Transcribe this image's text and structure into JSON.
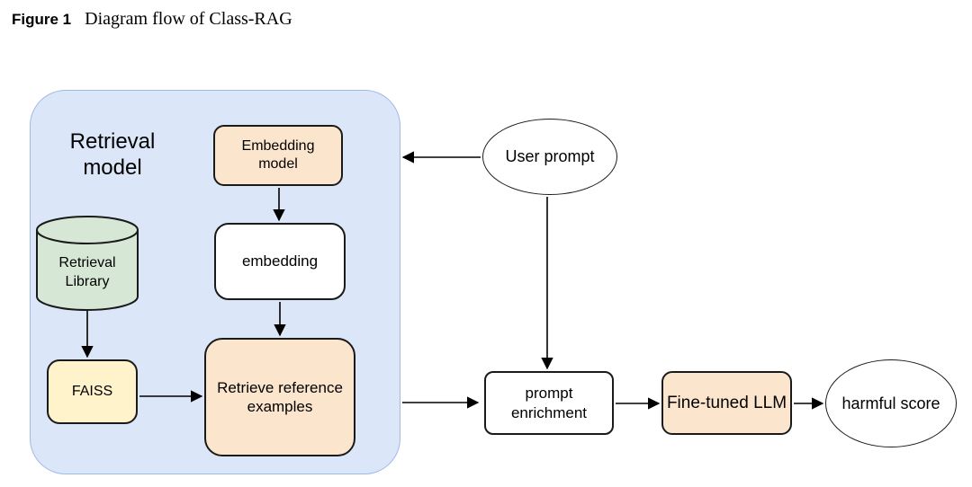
{
  "figure": {
    "label": "Figure 1",
    "caption": "Diagram flow of Class-RAG"
  },
  "diagram": {
    "container": {
      "label": "Retrieval model"
    },
    "nodes": {
      "embedding_model": {
        "label": "Embedding model",
        "shape": "rounded-rect",
        "fill": "peach"
      },
      "embedding": {
        "label": "embedding",
        "shape": "rounded-rect",
        "fill": "white"
      },
      "retrieve_reference": {
        "label": "Retrieve reference examples",
        "shape": "rounded-rect",
        "fill": "peach"
      },
      "retrieval_library": {
        "label": "Retrieval Library",
        "shape": "cylinder",
        "fill": "green"
      },
      "faiss": {
        "label": "FAISS",
        "shape": "rounded-rect",
        "fill": "yellow"
      },
      "user_prompt": {
        "label": "User prompt",
        "shape": "ellipse",
        "fill": "white"
      },
      "prompt_enrichment": {
        "label": "prompt enrichment",
        "shape": "rounded-rect",
        "fill": "white"
      },
      "fine_tuned_llm": {
        "label": "Fine-tuned LLM",
        "shape": "rounded-rect",
        "fill": "peach"
      },
      "harmful_score": {
        "label": "harmful score",
        "shape": "ellipse",
        "fill": "white"
      }
    },
    "edges": [
      {
        "from": "user_prompt",
        "to": "retrieval_model_container"
      },
      {
        "from": "user_prompt",
        "to": "prompt_enrichment"
      },
      {
        "from": "embedding_model",
        "to": "embedding"
      },
      {
        "from": "embedding",
        "to": "retrieve_reference"
      },
      {
        "from": "retrieval_library",
        "to": "faiss"
      },
      {
        "from": "faiss",
        "to": "retrieve_reference"
      },
      {
        "from": "retrieval_model_container",
        "to": "prompt_enrichment"
      },
      {
        "from": "prompt_enrichment",
        "to": "fine_tuned_llm"
      },
      {
        "from": "fine_tuned_llm",
        "to": "harmful_score"
      }
    ]
  },
  "colors": {
    "c-container-fill": "#dbe6f8",
    "c-container-border": "#a0b9e6",
    "c-peach": "#fce5cd",
    "c-green": "#d6e8d5",
    "c-yellow": "#fff3cc",
    "c-white": "#ffffff",
    "c-stroke": "#1a1a1a"
  }
}
